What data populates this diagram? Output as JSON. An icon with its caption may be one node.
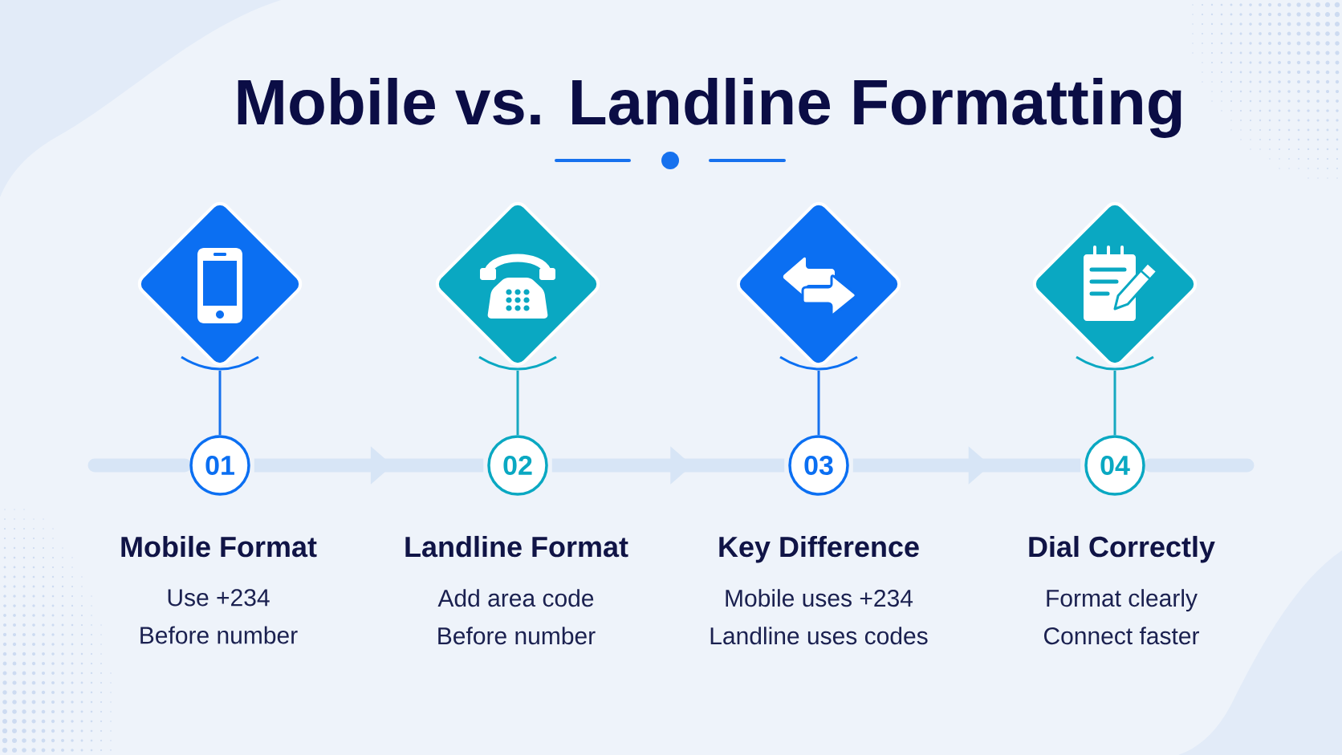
{
  "diagram": {
    "title": "Mobile vs. Landline Formatting",
    "nodes": [
      {
        "text": [],
        "shape": "diamond"
      },
      {
        "text": [],
        "shape": "diamond"
      },
      {
        "text": [],
        "shape": "diamond"
      },
      {
        "text": [],
        "shape": "diamond"
      },
      {
        "text": [
          "01"
        ],
        "beside": [
          "Mobile Format",
          "Use +234 Before number"
        ]
      },
      {
        "text": [
          "02"
        ],
        "beside": [
          "Landline Format",
          "Add area code Before number"
        ]
      },
      {
        "text": [
          "03"
        ],
        "beside": [
          "Key Difference",
          "Mobile uses +234 Landline uses codes"
        ]
      },
      {
        "text": [
          "04"
        ],
        "beside": [
          "Dial Correctly",
          "Format clearly Connect faster"
        ]
      }
    ],
    "edges": [
      {
        "from": 0,
        "to": 4,
        "arrow": "none",
        "color": "#1671ee"
      },
      {
        "from": 1,
        "to": 5,
        "arrow": "none",
        "color": "#17a9c0"
      },
      {
        "from": 2,
        "to": 6,
        "arrow": "none",
        "color": "#1671ee"
      },
      {
        "from": 3,
        "to": 7,
        "arrow": "none",
        "color": "#17a9c0"
      },
      {
        "from": 4,
        "to": 5,
        "arrow": "to",
        "style": "thick"
      },
      {
        "from": 5,
        "to": 6,
        "arrow": "to",
        "style": "thick"
      },
      {
        "from": 6,
        "to": 7,
        "arrow": "to",
        "style": "thick"
      }
    ]
  }
}
